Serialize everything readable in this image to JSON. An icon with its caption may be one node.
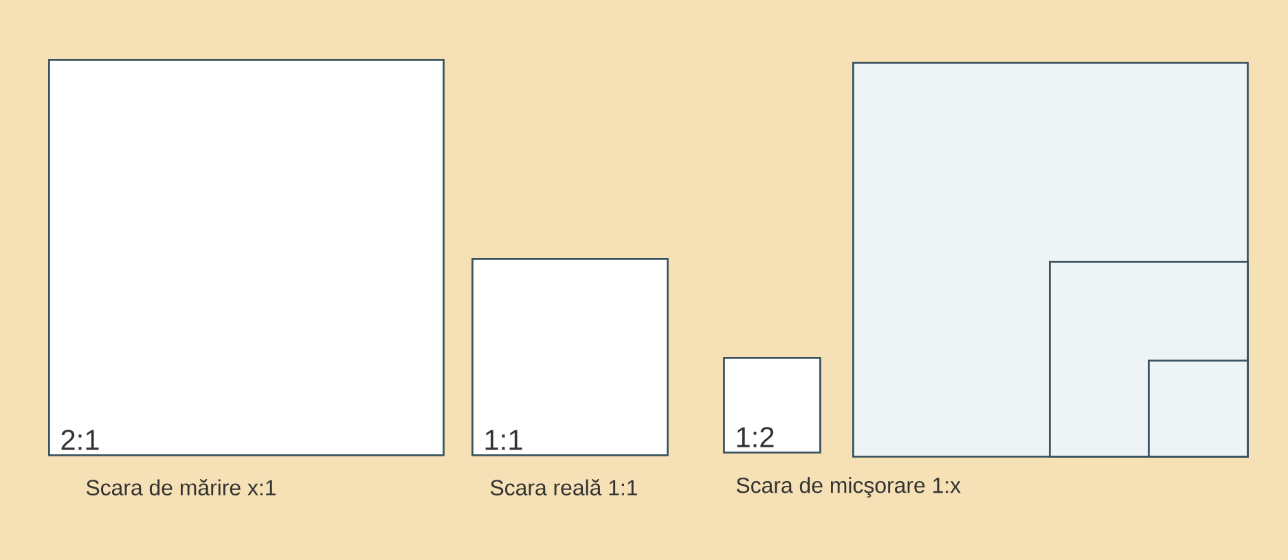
{
  "diagram": {
    "nodes": [
      {
        "text": [
          "2:1"
        ],
        "beside": [
          "Scara de mărire x:1"
        ]
      },
      {
        "text": [
          "1:1"
        ],
        "beside": [
          "Scara reală 1:1"
        ]
      },
      {
        "text": [
          "1:2"
        ],
        "beside": [
          "Scara de micşorare 1:x"
        ]
      },
      {
        "text": [],
        "shape": "box"
      },
      {
        "text": [],
        "shape": "box",
        "in": 3
      },
      {
        "text": [],
        "shape": "box",
        "in": 4
      }
    ]
  }
}
